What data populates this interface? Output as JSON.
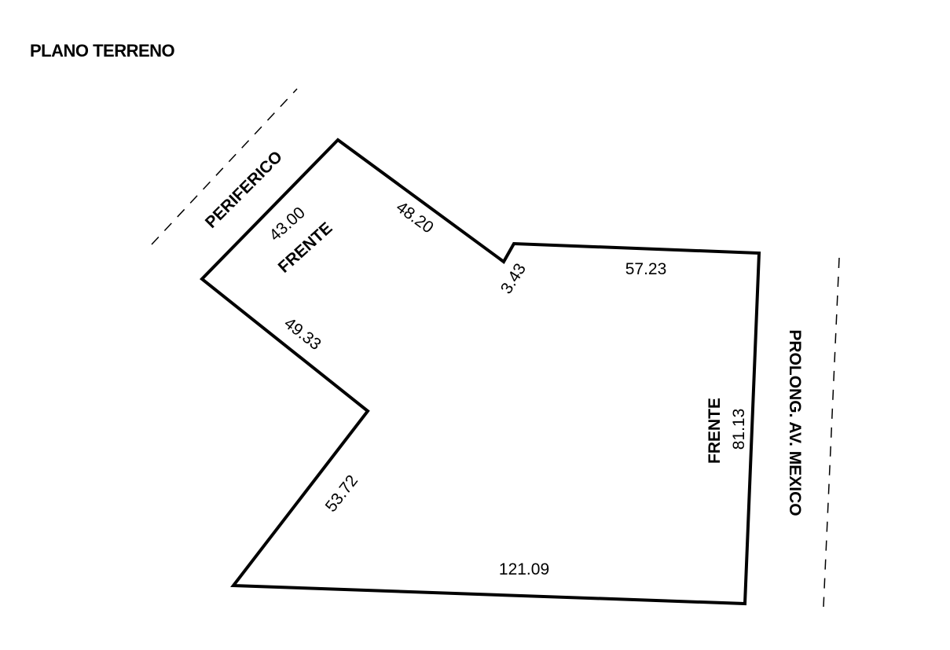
{
  "title": "PLANO TERRENO",
  "streets": {
    "periferico": "PERIFERICO",
    "prolongacion": "PROLONG. AV. MEXICO"
  },
  "front_label": "FRENTE",
  "dimensions": {
    "d43": "43.00",
    "d48": "48.20",
    "d3": "3.43",
    "d57": "57.23",
    "d81": "81.13",
    "d121": "121.09",
    "d53": "53.72",
    "d49": "49.33"
  }
}
